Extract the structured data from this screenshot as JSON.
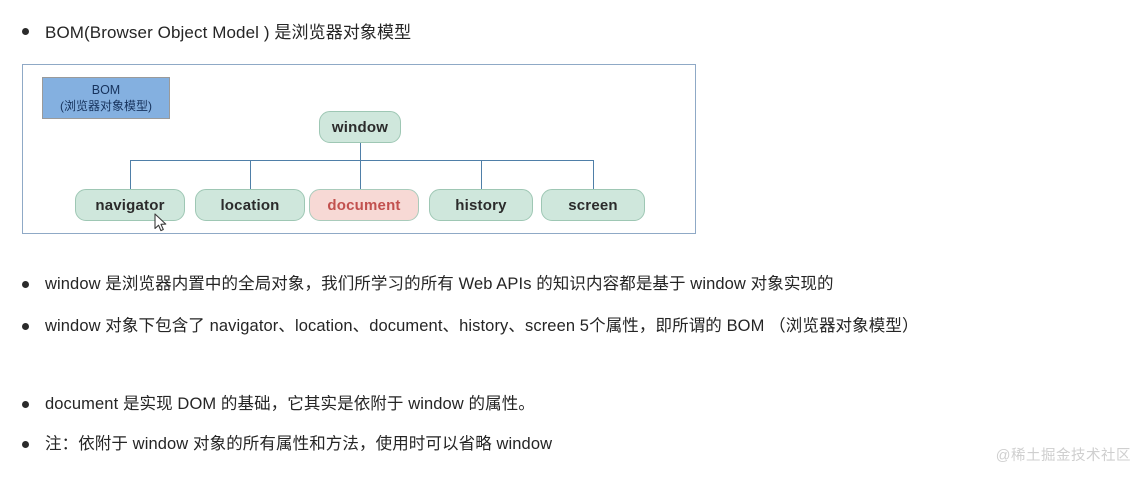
{
  "page": {
    "background_color": "#ffffff",
    "watermark": "@稀土掘金技术社区"
  },
  "top_bullet": {
    "text": "BOM(Browser Object Model ) 是浏览器对象模型"
  },
  "diagram": {
    "border_color": "#8fa9c6",
    "legend": {
      "line1": "BOM",
      "line2": "(浏览器对象模型)",
      "fill_color": "#84b0e0",
      "border_color": "#9a9a9a"
    },
    "root": {
      "label": "window",
      "fill_color": "#cfe7dc",
      "border_color": "#9ec7b4"
    },
    "children": [
      {
        "label": "navigator",
        "fill_color": "#cfe7dc",
        "text_color": "#2b2b2b"
      },
      {
        "label": "location",
        "fill_color": "#cfe7dc",
        "text_color": "#2b2b2b"
      },
      {
        "label": "document",
        "fill_color": "#f7d9d5",
        "text_color": "#c2504e"
      },
      {
        "label": "history",
        "fill_color": "#cfe7dc",
        "text_color": "#2b2b2b"
      },
      {
        "label": "screen",
        "fill_color": "#cfe7dc",
        "text_color": "#2b2b2b"
      }
    ],
    "edge_color": "#4f7fa8"
  },
  "bullets": [
    {
      "text": "window 是浏览器内置中的全局对象，我们所学习的所有 Web APIs 的知识内容都是基于 window 对象实现的"
    },
    {
      "text": "window 对象下包含了 navigator、location、document、history、screen 5个属性，即所谓的 BOM （浏览器对象模型）"
    },
    {
      "text": "document 是实现 DOM 的基础，它其实是依附于 window 的属性。"
    },
    {
      "text": "注：依附于 window 对象的所有属性和方法，使用时可以省略 window"
    }
  ]
}
